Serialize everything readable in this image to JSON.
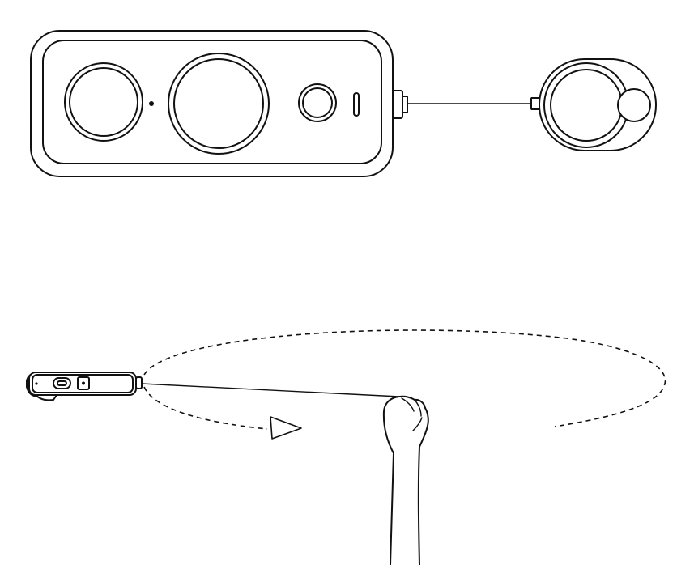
{
  "diagram": {
    "colors": {
      "ink": "#111111",
      "background": "#ffffff"
    },
    "components": {
      "camera_front": "dual-lens-camera-front-view",
      "remote": "tether-remote",
      "camera_side": "camera-side-view",
      "hand": "hand-holding-tether",
      "orbit": "dashed-swing-orbit",
      "arrow": "direction-arrow"
    }
  }
}
